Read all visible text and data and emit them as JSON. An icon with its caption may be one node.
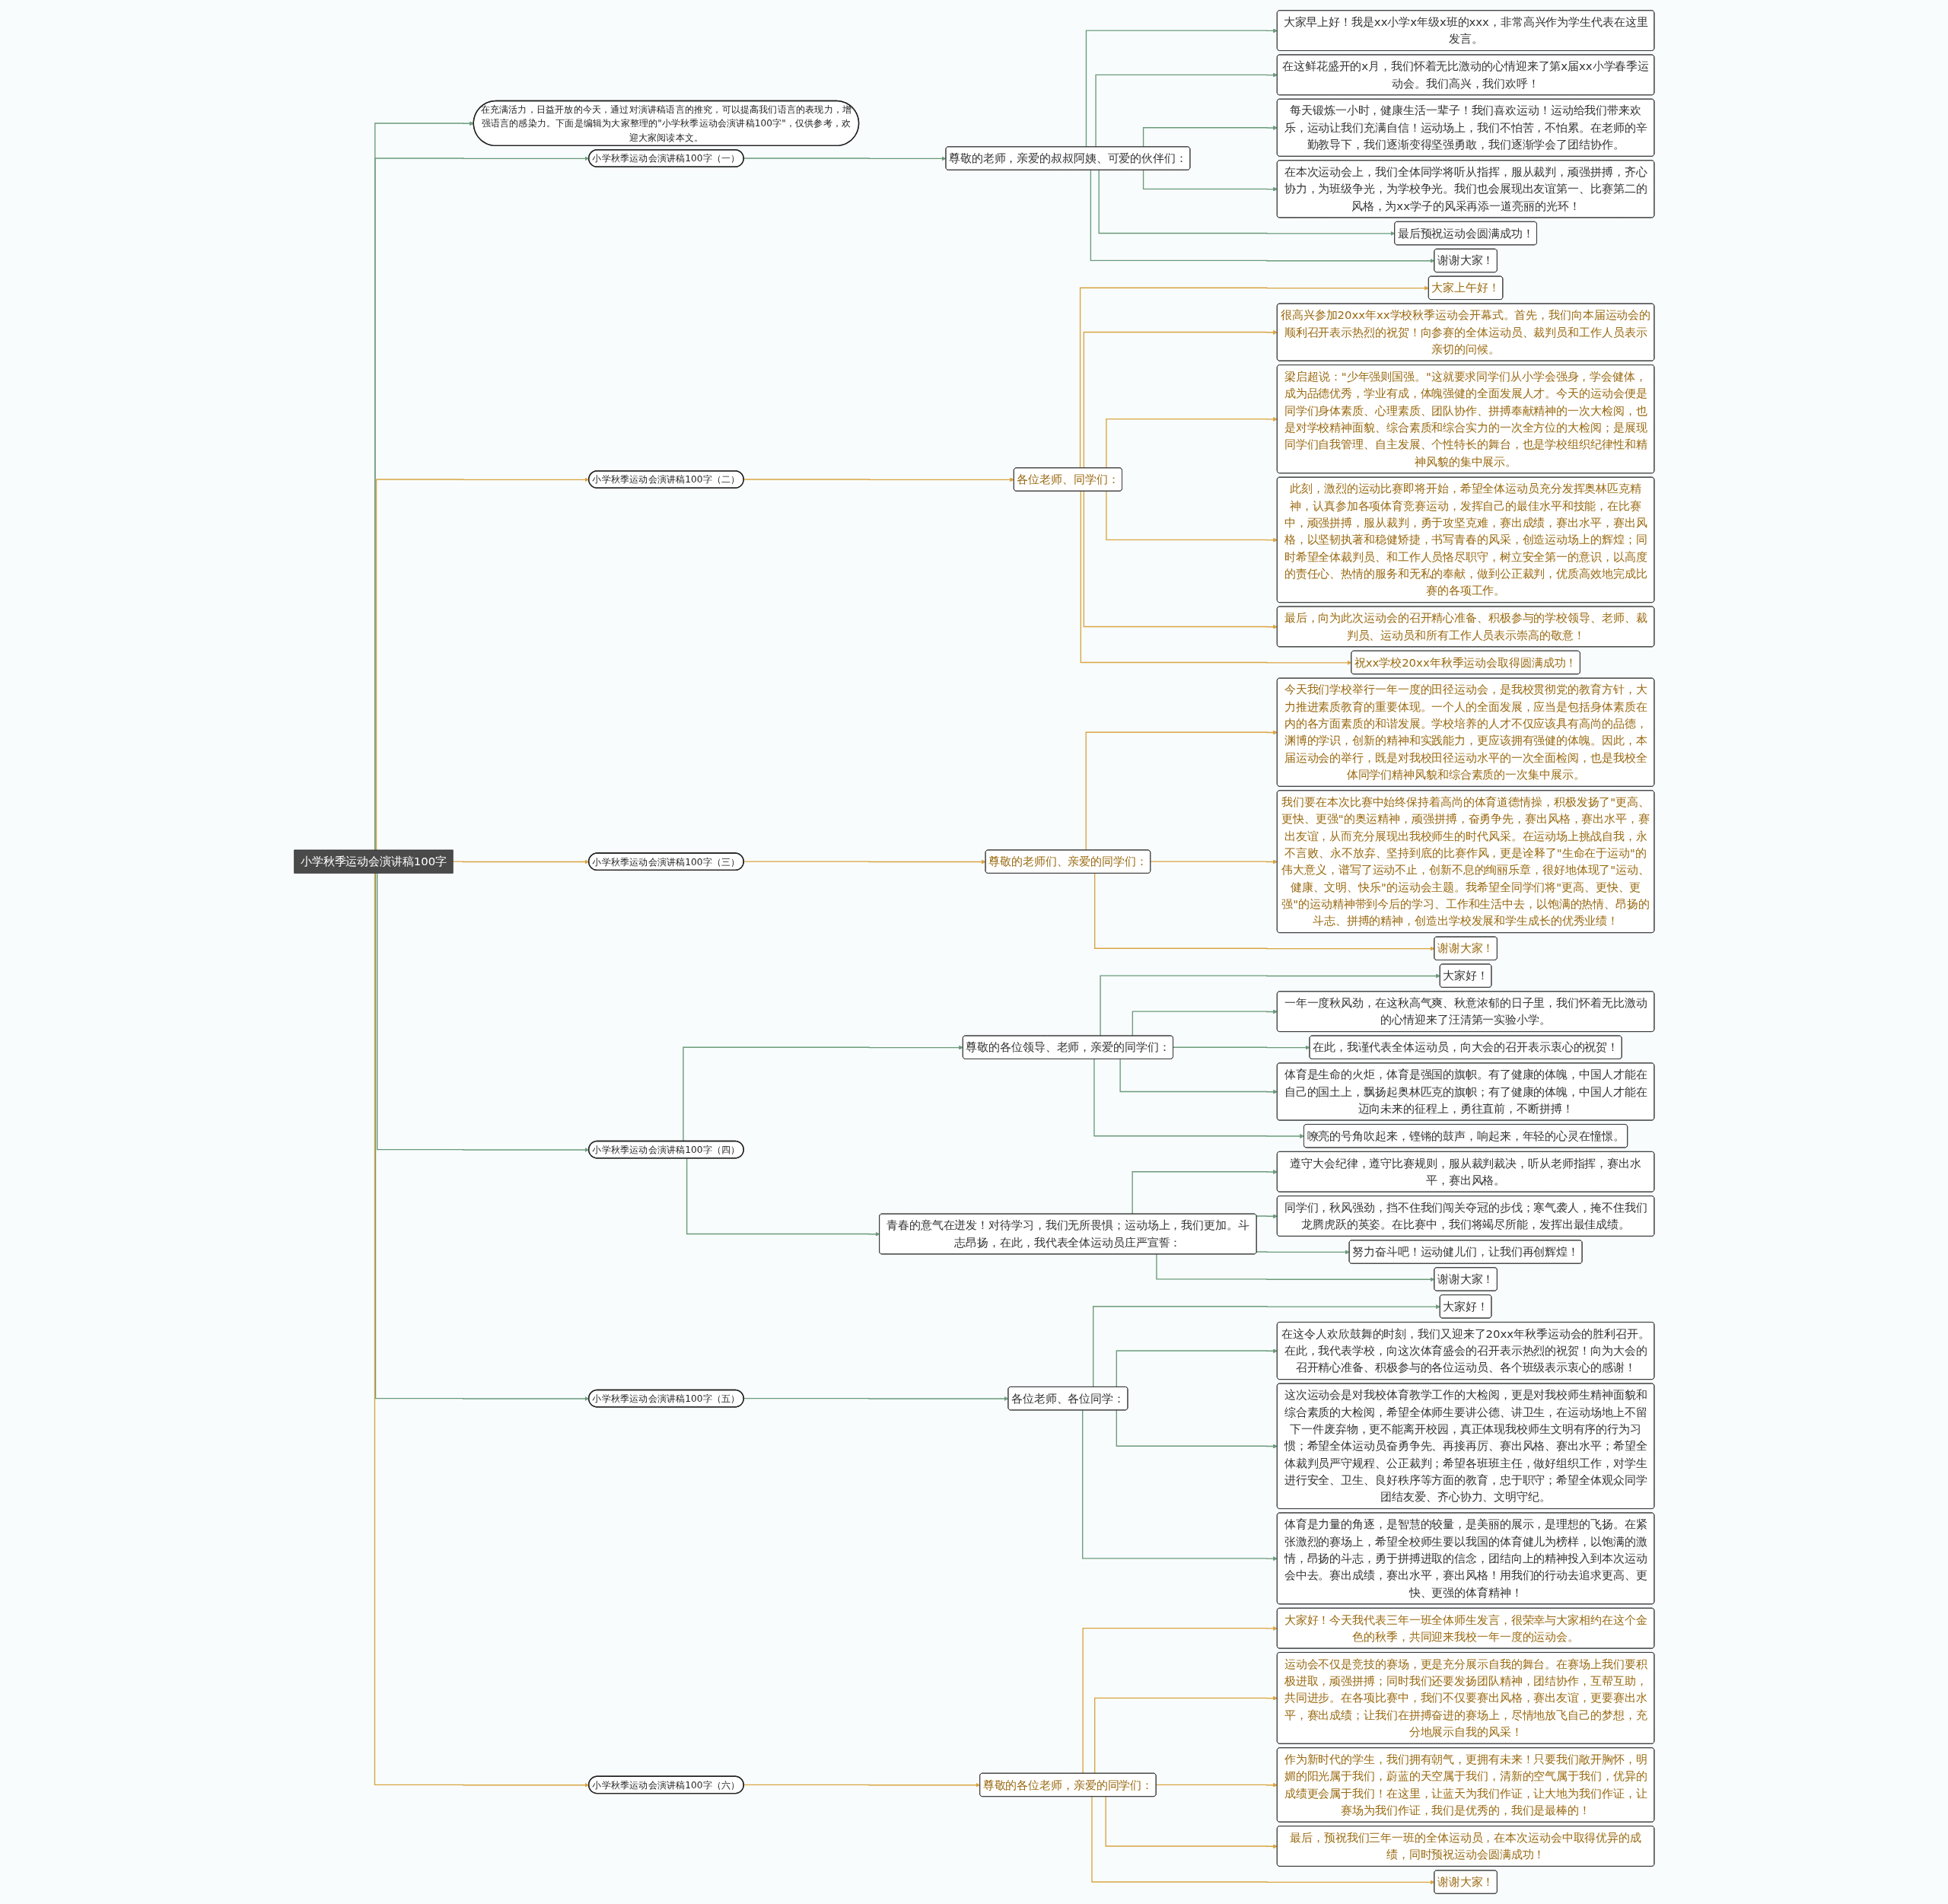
{
  "diagram": {
    "nodes": [
      {
        "text": [
          "小学秋季运动会演讲稿100字"
        ]
      },
      {
        "text": [
          "在充满活力，日益开放的今天，通过对演讲稿语言的推究，可以提高我们语言的表现力，增强语言的感染力。下面是编辑为大家整理的\"小学秋季运动会演讲稿100字\"，仅供参考，欢迎大家阅读本文。"
        ]
      },
      {
        "text": [
          "小学秋季运动会演讲稿100字（一）"
        ]
      },
      {
        "text": [
          "尊敬的老师，亲爱的叔叔阿姨、可爱的伙伴们："
        ]
      },
      {
        "text": [
          "大家早上好！我是xx小学x年级x班的xxx，非常高兴作为学生代表在这里发言。"
        ]
      },
      {
        "text": [
          "在这鲜花盛开的x月，我们怀着无比激动的心情迎来了第x届xx小学春季运动会。我们高兴，我们欢呼！"
        ]
      },
      {
        "text": [
          "每天锻炼一小时，健康生活一辈子！我们喜欢运动！运动给我们带来欢乐，运动让我们充满自信！运动场上，我们不怕苦，不怕累。在老师的辛勤教导下，我们逐渐变得坚强勇敢，我们逐渐学会了团结协作。"
        ]
      },
      {
        "text": [
          "在本次运动会上，我们全体同学将听从指挥，服从裁判，顽强拼搏，齐心协力，为班级争光，为学校争光。我们也会展现出友谊第一、比赛第二的风格，为xx学子的风采再添一道亮丽的光环！"
        ]
      },
      {
        "text": [
          "最后预祝运动会圆满成功！"
        ]
      },
      {
        "text": [
          "谢谢大家！"
        ]
      },
      {
        "text": [
          "小学秋季运动会演讲稿100字（二）"
        ]
      },
      {
        "text": [
          "各位老师、同学们："
        ]
      },
      {
        "text": [
          "大家上午好！"
        ]
      },
      {
        "text": [
          "很高兴参加20xx年xx学校秋季运动会开幕式。首先，我们向本届运动会的顺利召开表示热烈的祝贺！向参赛的全体运动员、裁判员和工作人员表示亲切的问候。"
        ]
      },
      {
        "text": [
          "梁启超说：\"少年强则国强。\"这就要求同学们从小学会强身，学会健体，成为品德优秀，学业有成，体魄强健的全面发展人才。今天的运动会便是同学们身体素质、心理素质、团队协作、拼搏奉献精神的一次大检阅，也是对学校精神面貌、综合素质和综合实力的一次全方位的大检阅；是展现同学们自我管理、自主发展、个性特长的舞台，也是学校组织纪律性和精神风貌的集中展示。"
        ]
      },
      {
        "text": [
          "此刻，激烈的运动比赛即将开始，希望全体运动员充分发挥奥林匹克精神，认真参加各项体育竞赛运动，发挥自己的最佳水平和技能，在比赛中，顽强拼搏，服从裁判，勇于攻坚克难，赛出成绩，赛出水平，赛出风格，以坚韧执著和稳健矫捷，书写青春的风采，创造运动场上的辉煌；同时希望全体裁判员、和工作人员恪尽职守，树立安全第一的意识，以高度的责任心、热情的服务和无私的奉献，做到公正裁判，优质高效地完成比赛的各项工作。"
        ]
      },
      {
        "text": [
          "最后，向为此次运动会的召开精心准备、积极参与的学校领导、老师、裁判员、运动员和所有工作人员表示崇高的敬意！"
        ]
      },
      {
        "text": [
          "祝xx学校20xx年秋季运动会取得圆满成功！"
        ]
      },
      {
        "text": [
          "小学秋季运动会演讲稿100字（三）"
        ]
      },
      {
        "text": [
          "尊敬的老师们、亲爱的同学们："
        ]
      },
      {
        "text": [
          "今天我们学校举行一年一度的田径运动会，是我校贯彻党的教育方针，大力推进素质教育的重要体现。一个人的全面发展，应当是包括身体素质在内的各方面素质的和谐发展。学校培养的人才不仅应该具有高尚的品德，渊博的学识，创新的精神和实践能力，更应该拥有强健的体魄。因此，本届运动会的举行，既是对我校田径运动水平的一次全面检阅，也是我校全体同学们精神风貌和综合素质的一次集中展示。"
        ]
      },
      {
        "text": [
          "我们要在本次比赛中始终保持着高尚的体育道德情操，积极发扬了\"更高、更快、更强\"的奥运精神，顽强拼搏，奋勇争先，赛出风格，赛出水平，赛出友谊，从而充分展现出我校师生的时代风采。在运动场上挑战自我，永不言败、永不放弃、坚持到底的比赛作风，更是诠释了\"生命在于运动\"的伟大意义，谱写了运动不止，创新不息的绚丽乐章，很好地体现了\"运动、健康、文明、快乐\"的运动会主题。我希望全同学们将\"更高、更快、更强\"的运动精神带到今后的学习、工作和生活中去，以饱满的热情、昂扬的斗志、拼搏的精神，创造出学校发展和学生成长的优秀业绩！"
        ]
      },
      {
        "text": [
          "谢谢大家！"
        ]
      },
      {
        "text": [
          "小学秋季运动会演讲稿100字（四）"
        ]
      },
      {
        "text": [
          "尊敬的各位领导、老师，亲爱的同学们："
        ]
      },
      {
        "text": [
          "大家好！"
        ]
      },
      {
        "text": [
          "一年一度秋风劲，在这秋高气爽、秋意浓郁的日子里，我们怀着无比激动的心情迎来了汪清第一实验小学。"
        ]
      },
      {
        "text": [
          "在此，我谨代表全体运动员，向大会的召开表示衷心的祝贺！"
        ]
      },
      {
        "text": [
          "体育是生命的火炬，体育是强国的旗帜。有了健康的体魄，中国人才能在自己的国土上，飘扬起奥林匹克的旗帜；有了健康的体魄，中国人才能在迈向未来的征程上，勇往直前，不断拼搏！"
        ]
      },
      {
        "text": [
          "嘹亮的号角吹起来，铿锵的鼓声，响起来，年轻的心灵在憧憬。"
        ]
      },
      {
        "text": [
          "青春的意气在迸发！对待学习，我们无所畏惧；运动场上，我们更加。斗志昂扬，在此，我代表全体运动员庄严宣誓："
        ]
      },
      {
        "text": [
          "遵守大会纪律，遵守比赛规则，服从裁判裁决，听从老师指挥，赛出水平，赛出风格。"
        ]
      },
      {
        "text": [
          "同学们，秋风强劲，挡不住我们闯关夺冠的步伐；寒气袭人，掩不住我们龙腾虎跃的英姿。在比赛中，我们将竭尽所能，发挥出最佳成绩。"
        ]
      },
      {
        "text": [
          "努力奋斗吧！运动健儿们，让我们再创辉煌！"
        ]
      },
      {
        "text": [
          "谢谢大家！"
        ]
      },
      {
        "text": [
          "小学秋季运动会演讲稿100字（五）"
        ]
      },
      {
        "text": [
          "各位老师、各位同学："
        ]
      },
      {
        "text": [
          "大家好！"
        ]
      },
      {
        "text": [
          "在这令人欢欣鼓舞的时刻，我们又迎来了20xx年秋季运动会的胜利召开。在此，我代表学校，向这次体育盛会的召开表示热烈的祝贺！向为大会的召开精心准备、积极参与的各位运动员、各个班级表示衷心的感谢！"
        ]
      },
      {
        "text": [
          "这次运动会是对我校体育教学工作的大检阅，更是对我校师生精神面貌和综合素质的大检阅，希望全体师生要讲公德、讲卫生，在运动场地上不留下一件废弃物，更不能离开校园，真正体现我校师生文明有序的行为习惯；希望全体运动员奋勇争先、再接再厉、赛出风格、赛出水平；希望全体裁判员严守规程、公正裁判；希望各班班主任，做好组织工作，对学生进行安全、卫生、良好秩序等方面的教育，忠于职守；希望全体观众同学团结友爱、齐心协力、文明守纪。"
        ]
      },
      {
        "text": [
          "体育是力量的角逐，是智慧的较量，是美丽的展示，是理想的飞扬。在紧张激烈的赛场上，希望全校师生要以我国的体育健儿为榜样，以饱满的激情，昂扬的斗志，勇于拼搏进取的信念，团结向上的精神投入到本次运动会中去。赛出成绩，赛出水平，赛出风格！用我们的行动去追求更高、更快、更强的体育精神！"
        ]
      },
      {
        "text": [
          "小学秋季运动会演讲稿100字（六）"
        ]
      },
      {
        "text": [
          "尊敬的各位老师，亲爱的同学们："
        ]
      },
      {
        "text": [
          "大家好！今天我代表三年一班全体师生发言，很荣幸与大家相约在这个金色的秋季，共同迎来我校一年一度的运动会。"
        ]
      },
      {
        "text": [
          "运动会不仅是竞技的赛场，更是充分展示自我的舞台。在赛场上我们要积极进取，顽强拼搏；同时我们还要发扬团队精神，团结协作，互帮互助，共同进步。在各项比赛中，我们不仅要赛出风格，赛出友谊，更要赛出水平，赛出成绩；让我们在拼搏奋进的赛场上，尽情地放飞自己的梦想，充分地展示自我的风采！"
        ]
      },
      {
        "text": [
          "作为新时代的学生，我们拥有朝气，更拥有未来！只要我们敞开胸怀，明媚的阳光属于我们，蔚蓝的天空属于我们，清新的空气属于我们，优异的成绩更会属于我们！在这里，让蓝天为我们作证，让大地为我们作证，让赛场为我们作证，我们是优秀的，我们是最棒的！"
        ]
      },
      {
        "text": [
          "最后，预祝我们三年一班的全体运动员，在本次运动会中取得优异的成绩，同时预祝运动会圆满成功！"
        ]
      },
      {
        "text": [
          "谢谢大家！"
        ]
      }
    ],
    "edges": [
      {
        "from": 0,
        "to": 1,
        "arrow": "to"
      },
      {
        "from": 0,
        "to": 2,
        "arrow": "to"
      },
      {
        "from": 2,
        "to": 3,
        "arrow": "to"
      },
      {
        "from": 3,
        "to": 4,
        "arrow": "to"
      },
      {
        "from": 3,
        "to": 5,
        "arrow": "to"
      },
      {
        "from": 3,
        "to": 6,
        "arrow": "to"
      },
      {
        "from": 3,
        "to": 7,
        "arrow": "to"
      },
      {
        "from": 3,
        "to": 8,
        "arrow": "to"
      },
      {
        "from": 3,
        "to": 9,
        "arrow": "to"
      },
      {
        "from": 0,
        "to": 10,
        "arrow": "to",
        "color": "#d9a441"
      },
      {
        "from": 10,
        "to": 11,
        "arrow": "to",
        "color": "#d9a441"
      },
      {
        "from": 11,
        "to": 12,
        "arrow": "to",
        "color": "#d9a441"
      },
      {
        "from": 11,
        "to": 13,
        "arrow": "to",
        "color": "#d9a441"
      },
      {
        "from": 11,
        "to": 14,
        "arrow": "to",
        "color": "#d9a441"
      },
      {
        "from": 11,
        "to": 15,
        "arrow": "to",
        "color": "#d9a441"
      },
      {
        "from": 11,
        "to": 16,
        "arrow": "to",
        "color": "#d9a441"
      },
      {
        "from": 11,
        "to": 17,
        "arrow": "to",
        "color": "#d9a441"
      },
      {
        "from": 0,
        "to": 18,
        "arrow": "to",
        "color": "#d9a441"
      },
      {
        "from": 18,
        "to": 19,
        "arrow": "to",
        "color": "#d9a441"
      },
      {
        "from": 19,
        "to": 20,
        "arrow": "to",
        "color": "#d9a441"
      },
      {
        "from": 19,
        "to": 21,
        "arrow": "to",
        "color": "#d9a441"
      },
      {
        "from": 19,
        "to": 22,
        "arrow": "to",
        "color": "#d9a441"
      },
      {
        "from": 0,
        "to": 23,
        "arrow": "to"
      },
      {
        "from": 23,
        "to": 24,
        "arrow": "to"
      },
      {
        "from": 23,
        "to": 30,
        "arrow": "to"
      },
      {
        "from": 24,
        "to": 25,
        "arrow": "to"
      },
      {
        "from": 24,
        "to": 26,
        "arrow": "to"
      },
      {
        "from": 24,
        "to": 27,
        "arrow": "to"
      },
      {
        "from": 24,
        "to": 28,
        "arrow": "to"
      },
      {
        "from": 24,
        "to": 29,
        "arrow": "to"
      },
      {
        "from": 30,
        "to": 31,
        "arrow": "to"
      },
      {
        "from": 30,
        "to": 32,
        "arrow": "to"
      },
      {
        "from": 30,
        "to": 33,
        "arrow": "to"
      },
      {
        "from": 30,
        "to": 34,
        "arrow": "to"
      },
      {
        "from": 0,
        "to": 35,
        "arrow": "to"
      },
      {
        "from": 35,
        "to": 36,
        "arrow": "to"
      },
      {
        "from": 36,
        "to": 37,
        "arrow": "to"
      },
      {
        "from": 36,
        "to": 38,
        "arrow": "to"
      },
      {
        "from": 36,
        "to": 39,
        "arrow": "to"
      },
      {
        "from": 36,
        "to": 40,
        "arrow": "to"
      },
      {
        "from": 0,
        "to": 41,
        "arrow": "to",
        "color": "#d9a441"
      },
      {
        "from": 41,
        "to": 42,
        "arrow": "to",
        "color": "#d9a441"
      },
      {
        "from": 42,
        "to": 43,
        "arrow": "to",
        "color": "#d9a441"
      },
      {
        "from": 42,
        "to": 44,
        "arrow": "to",
        "color": "#d9a441"
      },
      {
        "from": 42,
        "to": 45,
        "arrow": "to",
        "color": "#d9a441"
      },
      {
        "from": 42,
        "to": 46,
        "arrow": "to",
        "color": "#d9a441"
      },
      {
        "from": 42,
        "to": 47,
        "arrow": "to",
        "color": "#d9a441"
      }
    ]
  }
}
